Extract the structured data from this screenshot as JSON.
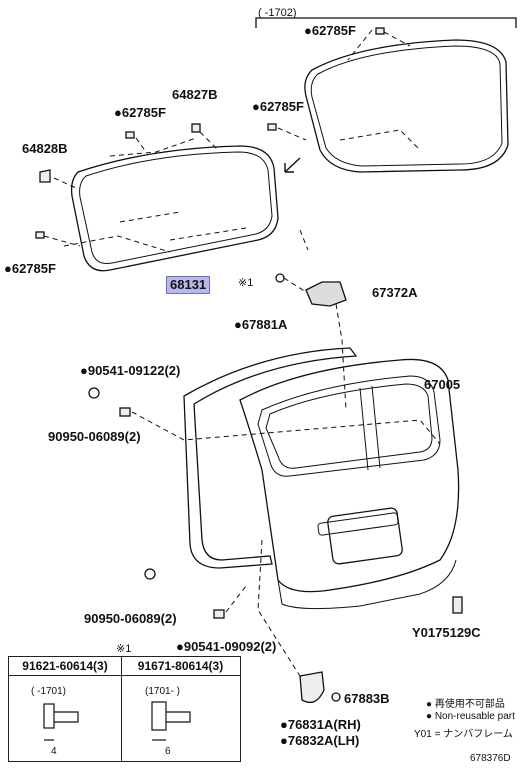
{
  "top_range": "(     -1702)",
  "parts": {
    "p62785F_a": "●62785F",
    "p62785F_b": "●62785F",
    "p62785F_c": "●62785F",
    "p62785F_d": "●62785F",
    "p64827B": "64827B",
    "p64828B": "64828B",
    "p68131": "68131",
    "p67372A": "67372A",
    "note_mark": "※1",
    "p67881A": "●67881A",
    "p90541_09122": "●90541-09122(2)",
    "p67005": "67005",
    "p90950_06089_a": "90950-06089(2)",
    "p90950_06089_b": "90950-06089(2)",
    "p90541_09092": "●90541-09092(2)",
    "pY0175129C": "Y0175129C",
    "p67883B": "67883B",
    "p76831A": "●76831A(RH)",
    "p76832A": "●76832A(LH)"
  },
  "inset": {
    "mark": "※1",
    "left_part": "91621-60614(3)",
    "right_part": "91671-80614(3)",
    "left_range": "(     -1701)",
    "right_range": "(1701-     )",
    "left_dim": "4",
    "right_dim": "6"
  },
  "legend": {
    "line1": "● 再使用不可部品",
    "line2": "● Non-reusable part",
    "line3": "Y01 = ナンバフレーム"
  },
  "diagram_id": "678376D"
}
